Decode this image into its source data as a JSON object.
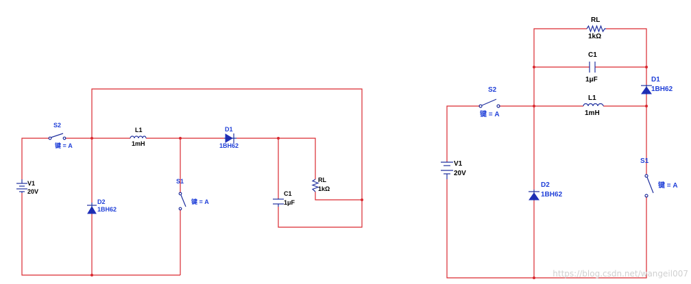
{
  "left_circuit": {
    "source": {
      "name": "V1",
      "value": "20V"
    },
    "switch_s2": {
      "name": "S2",
      "key": "键 = A"
    },
    "diode_d2": {
      "name": "D2",
      "part": "1BH62"
    },
    "inductor": {
      "name": "L1",
      "value": "1mH"
    },
    "switch_s1": {
      "name": "S1",
      "key": "键 = A"
    },
    "diode_d1": {
      "name": "D1",
      "part": "1BH62"
    },
    "capacitor": {
      "name": "C1",
      "value": "1μF"
    },
    "resistor": {
      "name": "RL",
      "value": "1kΩ"
    }
  },
  "right_circuit": {
    "resistor": {
      "name": "RL",
      "value": "1kΩ"
    },
    "capacitor": {
      "name": "C1",
      "value": "1μF"
    },
    "inductor": {
      "name": "L1",
      "value": "1mH"
    },
    "diode_d1": {
      "name": "D1",
      "part": "1BH62"
    },
    "switch_s2": {
      "name": "S2",
      "key": "键 = A"
    },
    "source": {
      "name": "V1",
      "value": "20V"
    },
    "diode_d2": {
      "name": "D2",
      "part": "1BH62"
    },
    "switch_s1": {
      "name": "S1",
      "key": "键 = A"
    }
  },
  "watermark": "https://blog.csdn.net/wangeil007"
}
